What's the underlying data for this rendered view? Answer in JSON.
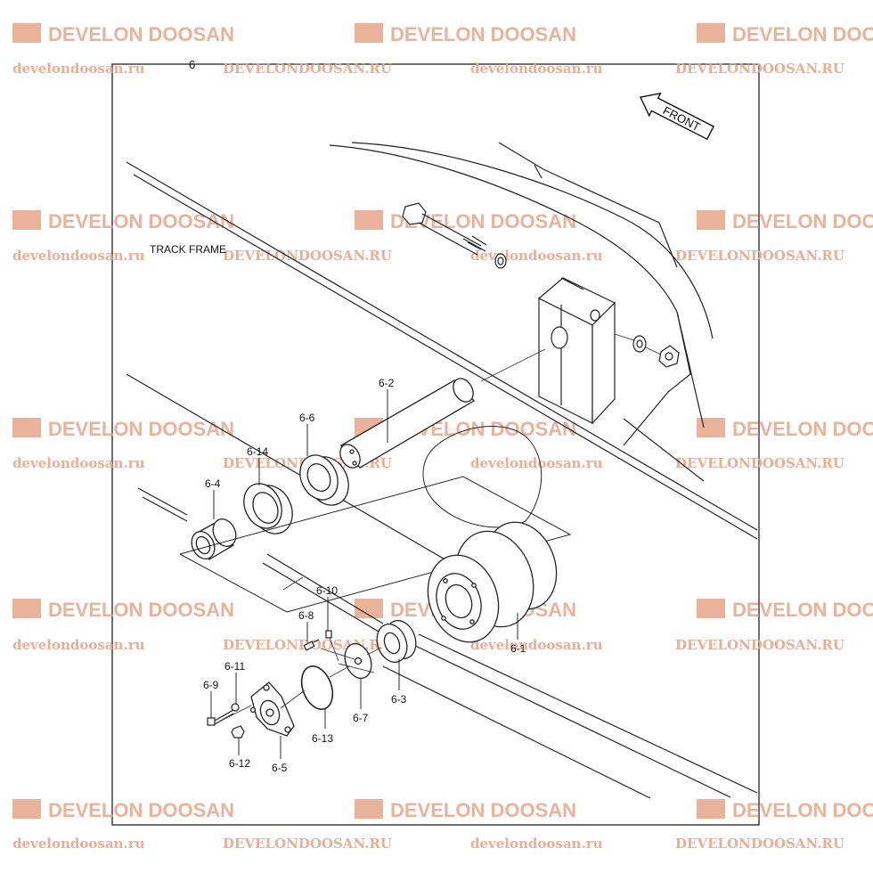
{
  "sheet_number": "6",
  "front_label": "FRONT",
  "track_frame_label": "TRACK FRAME",
  "watermark": {
    "brand": "DEVELON DOOSAN",
    "url_lower": "develondoosan.ru",
    "url_upper": "DEVELONDOOSAN.RU",
    "color": "#e8a58a"
  },
  "part_labels": {
    "p6_1": "6-1",
    "p6_2": "6-2",
    "p6_3": "6-3",
    "p6_4": "6-4",
    "p6_5": "6-5",
    "p6_6": "6-6",
    "p6_7": "6-7",
    "p6_8": "6-8",
    "p6_9": "6-9",
    "p6_10": "6-10",
    "p6_11": "6-11",
    "p6_12": "6-12",
    "p6_13": "6-13",
    "p6_14": "6-14"
  }
}
